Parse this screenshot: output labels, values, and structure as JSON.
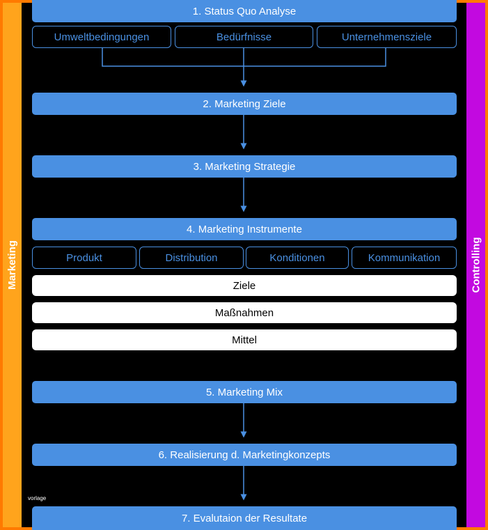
{
  "sidebar": {
    "left_label": "Marketing",
    "right_label": "Controlling",
    "left_color": "#ffa41c",
    "right_color": "#c209e0"
  },
  "steps": [
    "1. Status Quo Analyse",
    "2. Marketing Ziele",
    "3. Marketing Strategie",
    "4. Marketing Instrumente",
    "5. Marketing Mix",
    "6. Realisierung d. Marketingkonzepts",
    "7. Evalutaion der Resultate"
  ],
  "analysis_factors": [
    "Umweltbedingungen",
    "Bedürfnisse",
    "Unternehmensziele"
  ],
  "instruments": [
    "Produkt",
    "Distribution",
    "Konditionen",
    "Kommunikation"
  ],
  "instrument_levels": [
    "Ziele",
    "Maßnahmen",
    "Mittel"
  ],
  "watermark": "vorlage",
  "colors": {
    "step": "#4a90e2",
    "frame": "#ff7a00",
    "background": "#000000"
  }
}
